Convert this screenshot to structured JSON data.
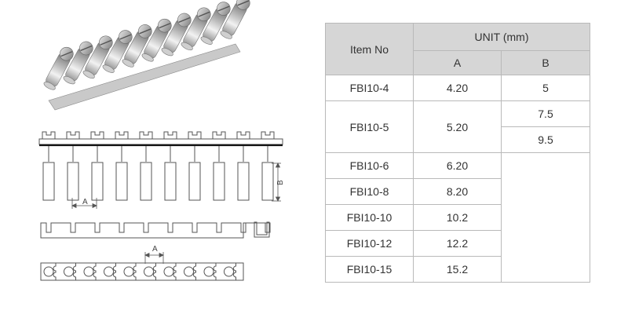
{
  "figure": {
    "dimension_labels": {
      "pitch_a": "A",
      "height_b": "B",
      "pitch_a_bottom": "A"
    },
    "bar_pin_count": 10
  },
  "table": {
    "col_item": "Item No",
    "col_unit": "UNIT (mm)",
    "col_a": "A",
    "col_b": "B",
    "rows": [
      {
        "item": "FBI10-4",
        "a": "4.20",
        "b": [
          "5"
        ]
      },
      {
        "item": "FBI10-5",
        "a": "5.20",
        "b": [
          "7.5",
          "9.5"
        ]
      },
      {
        "item": "FBI10-6",
        "a": "6.20",
        "b": []
      },
      {
        "item": "FBI10-8",
        "a": "8.20",
        "b": []
      },
      {
        "item": "FBI10-10",
        "a": "10.2",
        "b": []
      },
      {
        "item": "FBI10-12",
        "a": "12.2",
        "b": []
      },
      {
        "item": "FBI10-15",
        "a": "15.2",
        "b": []
      }
    ]
  },
  "colors": {
    "header_bg": "#d6d6d6",
    "border": "#b9b9b9",
    "text": "#333333"
  }
}
